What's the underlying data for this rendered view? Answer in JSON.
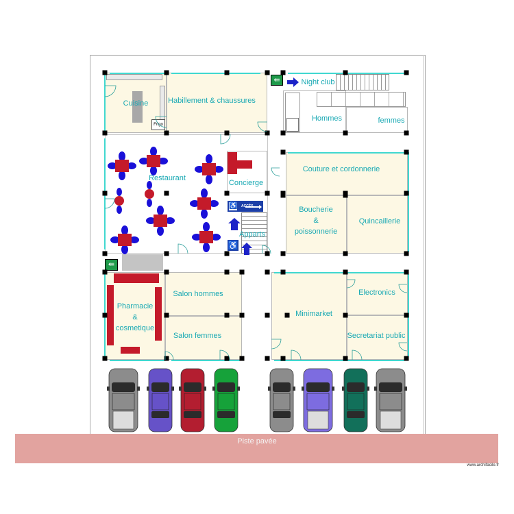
{
  "rooms": {
    "kitchen": "Cuisine",
    "fridge": "Frigo",
    "clothing": "Habillement & chaussures",
    "night_club": "Night club",
    "men": "Hommes",
    "women": "femmes",
    "restaurant": "Restaurant",
    "concierge": "Concierge",
    "tailor": "Couture et cordonnerie",
    "butcher_lines": [
      "Boucherie",
      "&",
      "poissonnerie"
    ],
    "hardware": "Quincaillerie",
    "apartments": "Apparts",
    "pharmacy_lines": [
      "Pharmacie",
      "&",
      "cosmetique"
    ],
    "salon_men": "Salon hommes",
    "salon_women": "Salon femmes",
    "minimarket": "Minimarket",
    "electronics": "Electronics",
    "secretariat": "Secretariat public"
  },
  "signs": {
    "access": "ACCÈS"
  },
  "road": {
    "label": "Piste pavée"
  },
  "watermark": "www.archifacile.fr",
  "colors": {
    "room_fill": "#fdf8e4",
    "label": "#1aa9b4",
    "table": "#c41a2a",
    "chair": "#1a10d8",
    "road": "#e2a39f",
    "window": "#40d8d0",
    "exit_sign": "#1e9a4a"
  },
  "cars": [
    {
      "color": "#8c8c8c",
      "kind": "pickup"
    },
    {
      "color": "#6652c8",
      "kind": "sedan"
    },
    {
      "color": "#b31e30",
      "kind": "sedan"
    },
    {
      "color": "#16a23a",
      "kind": "sedan"
    },
    {
      "color": "#8c8c8c",
      "kind": "sedan"
    },
    {
      "color": "#7d6ce0",
      "kind": "pickup"
    },
    {
      "color": "#12705a",
      "kind": "sedan"
    },
    {
      "color": "#8c8c8c",
      "kind": "pickup"
    }
  ]
}
